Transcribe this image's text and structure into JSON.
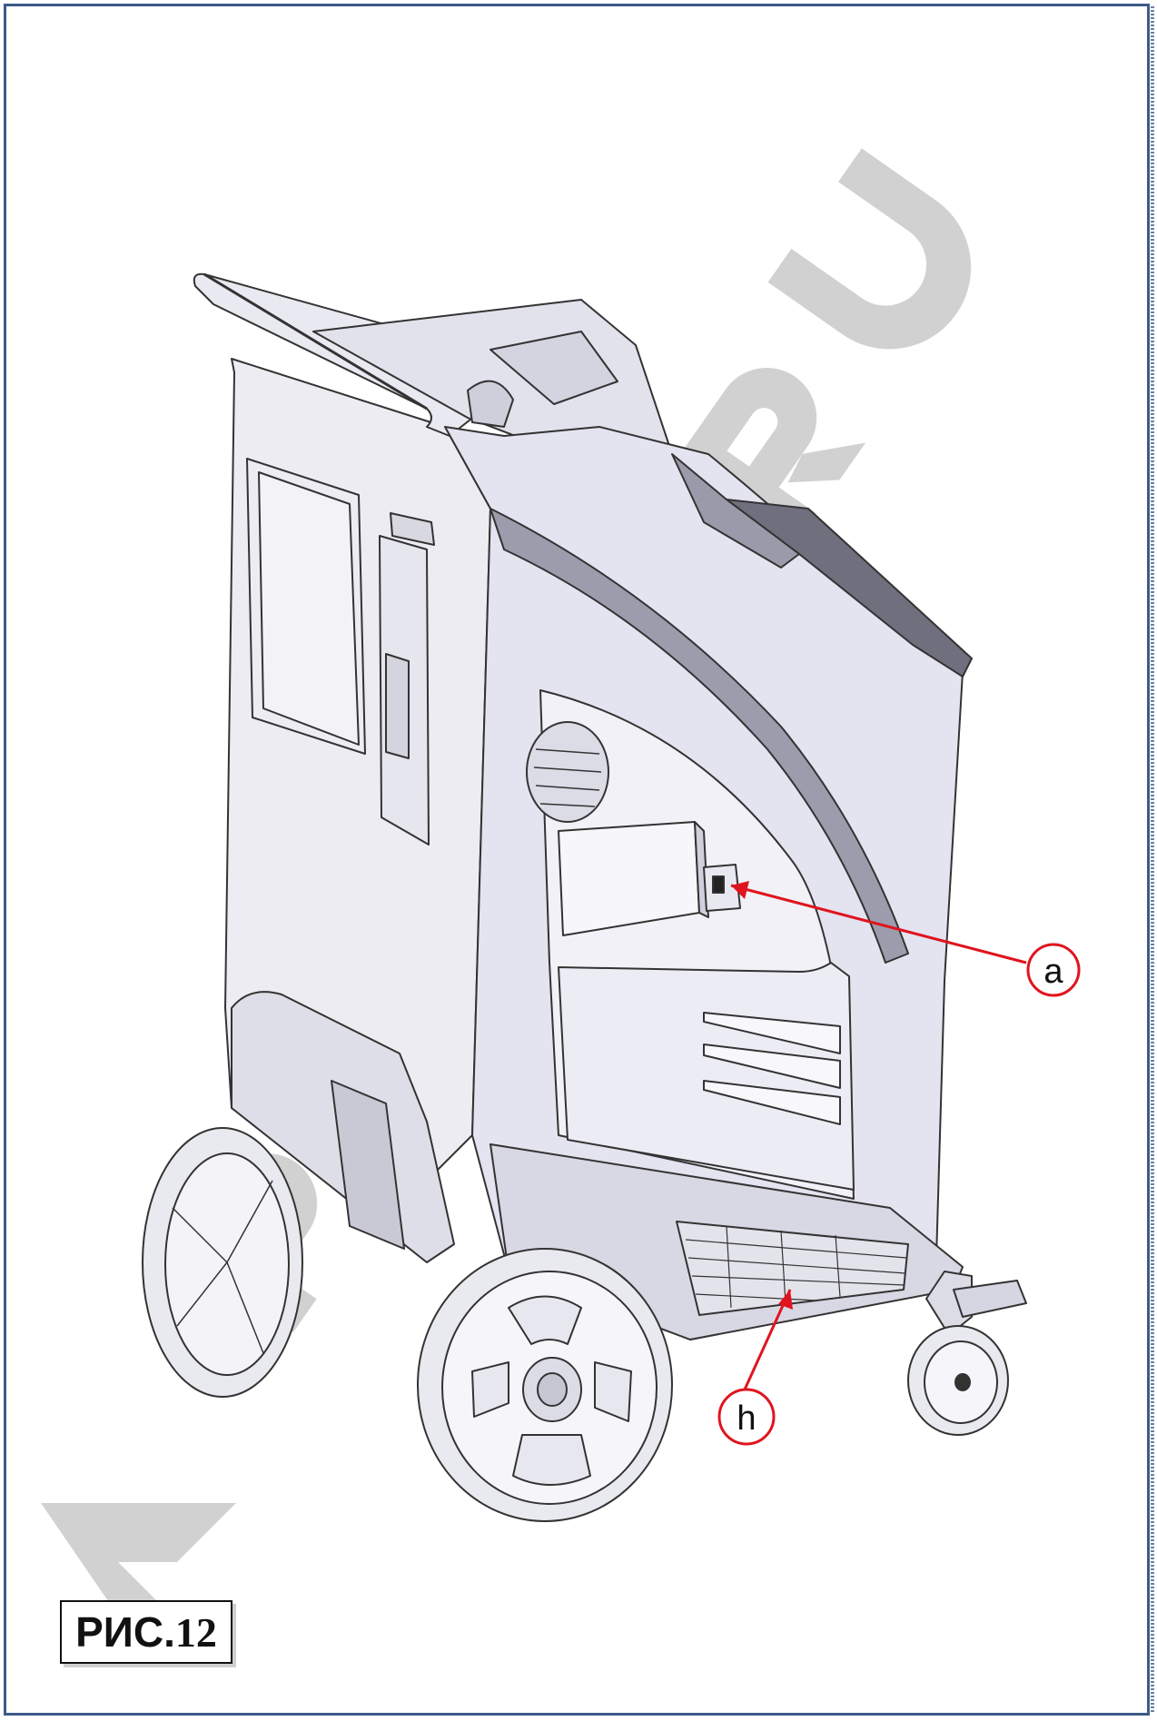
{
  "figure": {
    "label_prefix": "РИС.",
    "label_number": "12"
  },
  "callouts": [
    {
      "id": "a",
      "label": "a"
    },
    {
      "id": "h",
      "label": "h"
    }
  ],
  "watermark": {
    "text": "ARTAN.RU",
    "color": "#c8c8c8"
  },
  "colors": {
    "frame": "#3d5a8a",
    "callout": "#e0141e",
    "body_fill": "#e4e3f0",
    "line": "#333333"
  }
}
